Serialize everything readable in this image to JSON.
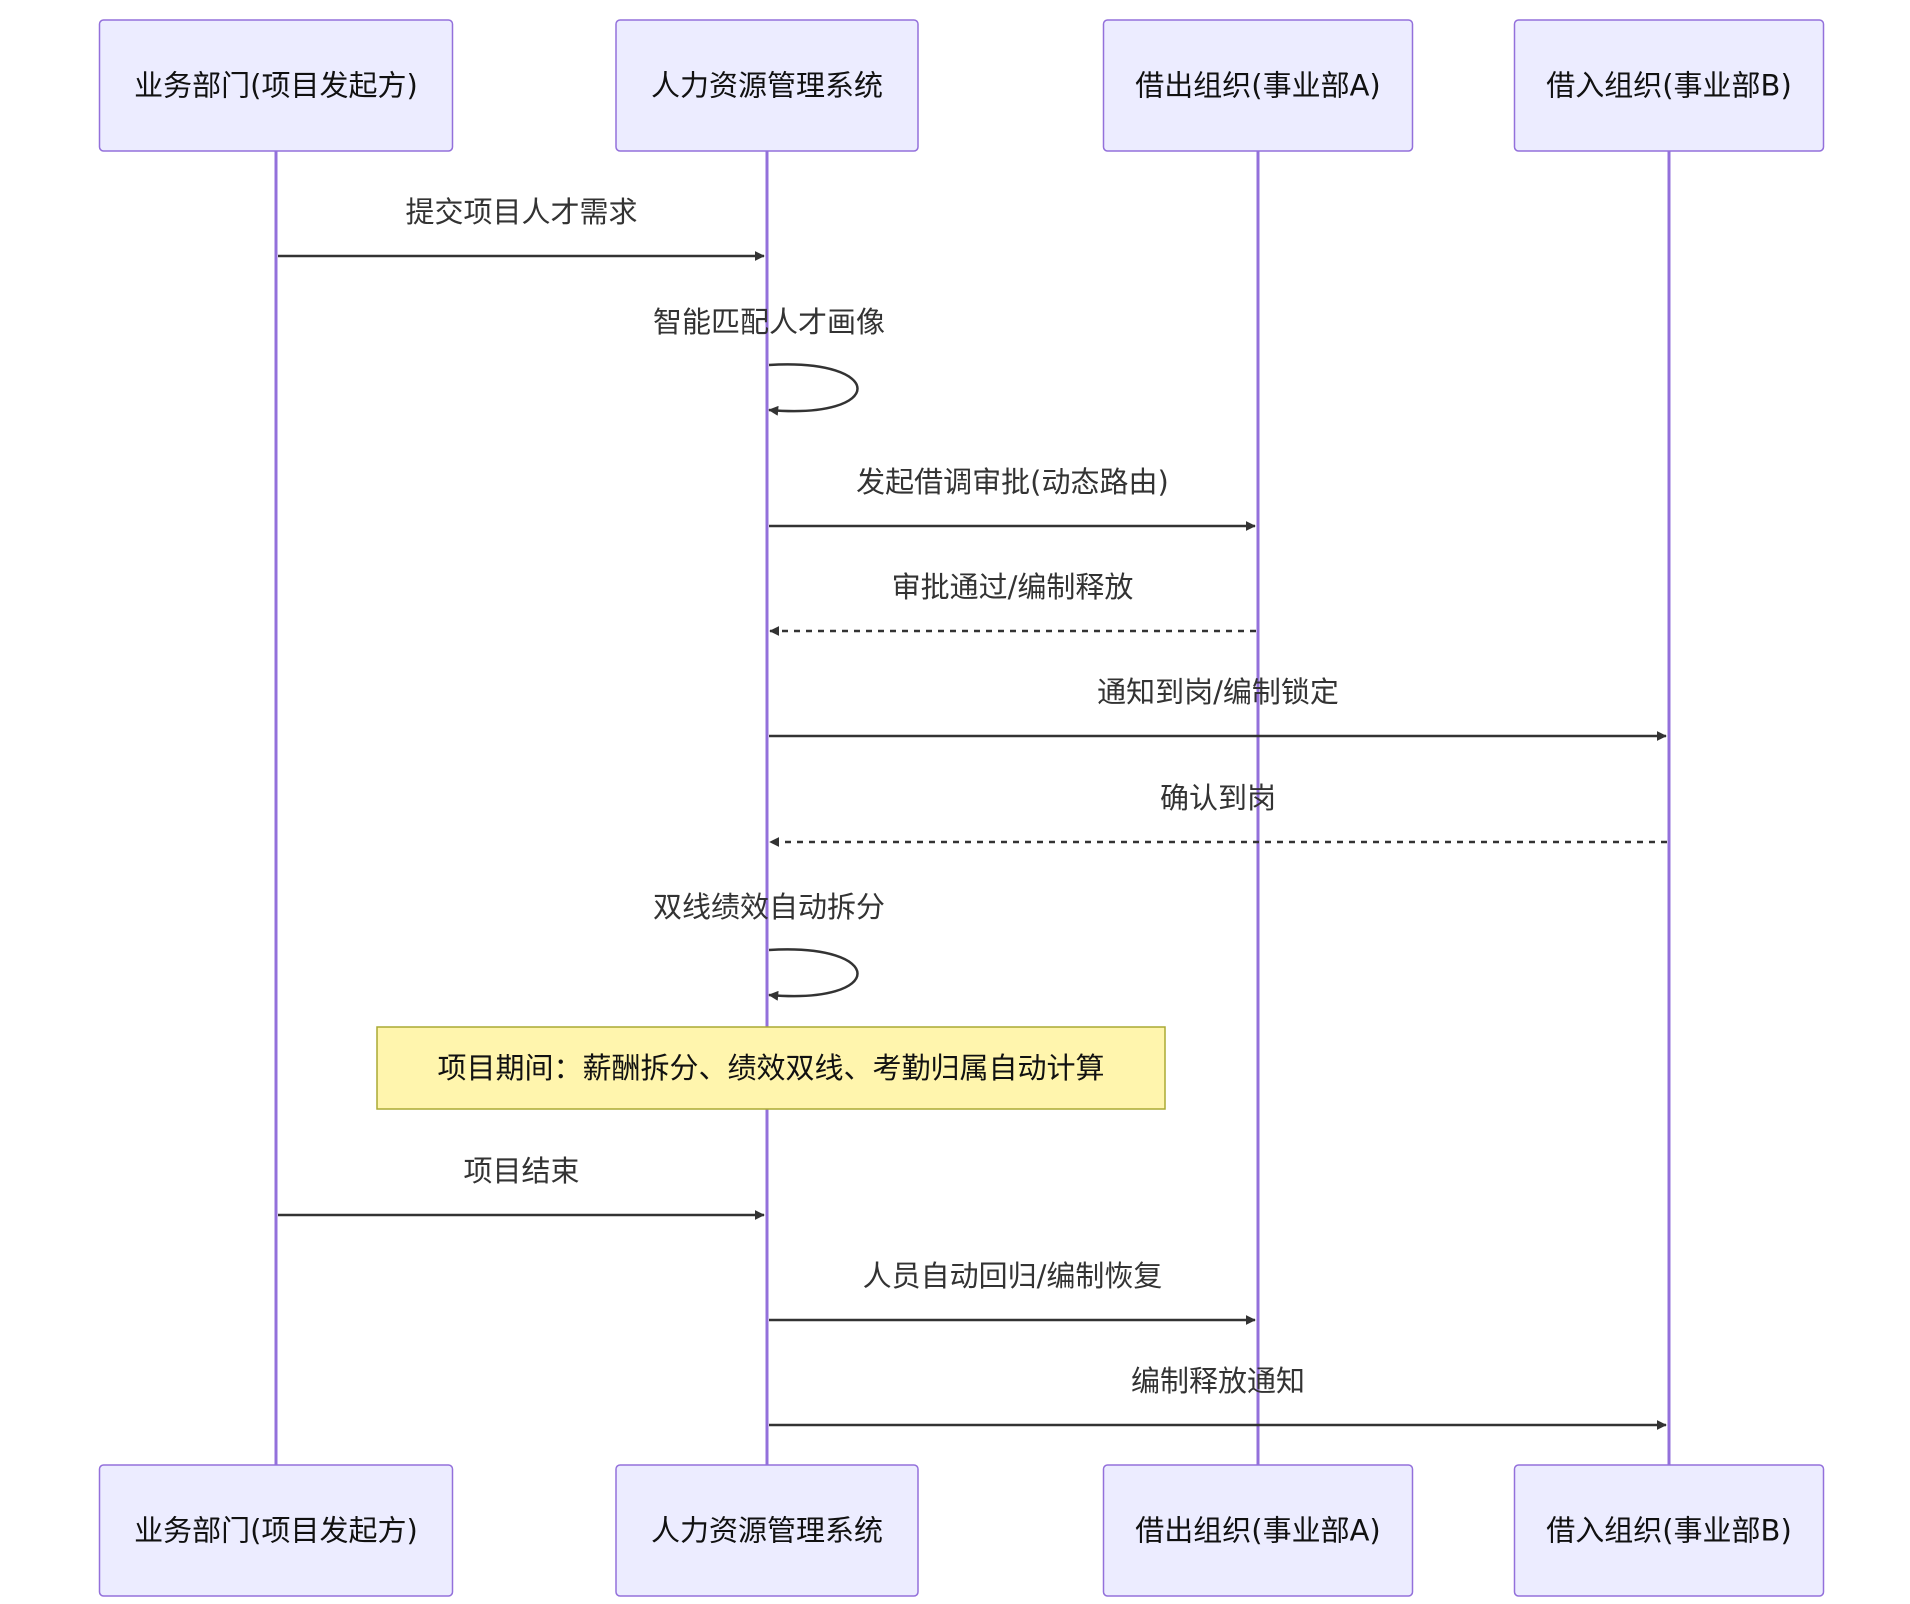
{
  "diagram": {
    "type": "sequence",
    "colors": {
      "actor_fill": "#ececff",
      "actor_border": "#9370db",
      "lifeline": "#9370db",
      "message": "#333333",
      "note_fill": "#fff5ad",
      "note_border": "#aaaa33"
    },
    "actors": [
      {
        "id": "biz",
        "label": "业务部门(项目发起方)"
      },
      {
        "id": "hr",
        "label": "人力资源管理系统"
      },
      {
        "id": "out",
        "label": "借出组织(事业部A)"
      },
      {
        "id": "in",
        "label": "借入组织(事业部B)"
      }
    ],
    "steps": [
      {
        "kind": "message",
        "from": "biz",
        "to": "hr",
        "style": "solid",
        "text": "提交项目人才需求"
      },
      {
        "kind": "message",
        "from": "hr",
        "to": "hr",
        "style": "solid",
        "text": "智能匹配人才画像"
      },
      {
        "kind": "message",
        "from": "hr",
        "to": "out",
        "style": "solid",
        "text": "发起借调审批(动态路由)"
      },
      {
        "kind": "message",
        "from": "out",
        "to": "hr",
        "style": "dashed",
        "text": "审批通过/编制释放"
      },
      {
        "kind": "message",
        "from": "hr",
        "to": "in",
        "style": "solid",
        "text": "通知到岗/编制锁定"
      },
      {
        "kind": "message",
        "from": "in",
        "to": "hr",
        "style": "dashed",
        "text": "确认到岗"
      },
      {
        "kind": "message",
        "from": "hr",
        "to": "hr",
        "style": "solid",
        "text": "双线绩效自动拆分"
      },
      {
        "kind": "note",
        "over": [
          "biz",
          "hr"
        ],
        "text": "项目期间：薪酬拆分、绩效双线、考勤归属自动计算"
      },
      {
        "kind": "message",
        "from": "biz",
        "to": "hr",
        "style": "solid",
        "text": "项目结束"
      },
      {
        "kind": "message",
        "from": "hr",
        "to": "out",
        "style": "solid",
        "text": "人员自动回归/编制恢复"
      },
      {
        "kind": "message",
        "from": "hr",
        "to": "in",
        "style": "solid",
        "text": "编制释放通知"
      }
    ]
  }
}
